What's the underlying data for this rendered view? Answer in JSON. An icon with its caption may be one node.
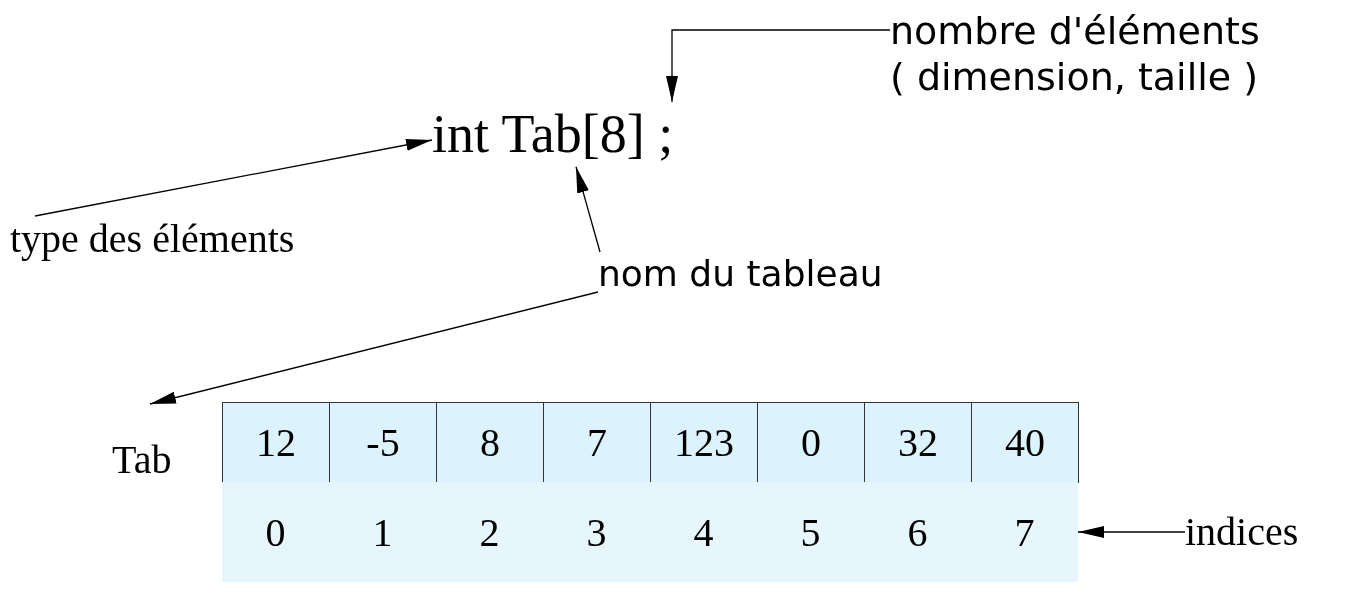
{
  "diagram": {
    "nodes": [
      {
        "text": [
          "nombre d'éléments ( dimension, taille )"
        ]
      },
      {
        "text": [
          "int Tab[8] ;"
        ]
      },
      {
        "text": [
          "type des éléments"
        ]
      },
      {
        "text": [
          "nom du tableau"
        ]
      },
      {
        "text": [
          "Tab"
        ]
      },
      {
        "text": [
          "12"
        ]
      },
      {
        "text": [
          "-5"
        ]
      },
      {
        "text": [
          "8"
        ]
      },
      {
        "text": [
          "7"
        ]
      },
      {
        "text": [
          "123"
        ]
      },
      {
        "text": [
          "0"
        ]
      },
      {
        "text": [
          "32"
        ]
      },
      {
        "text": [
          "40"
        ]
      },
      {
        "text": [],
        "shape": "bar"
      },
      {
        "text": [
          "0"
        ],
        "in": 13
      },
      {
        "text": [
          "1"
        ],
        "in": 13
      },
      {
        "text": [
          "2"
        ],
        "in": 13
      },
      {
        "text": [
          "3"
        ],
        "in": 13
      },
      {
        "text": [
          "4"
        ],
        "in": 13
      },
      {
        "text": [
          "5"
        ],
        "in": 13
      },
      {
        "text": [
          "6"
        ],
        "in": 13
      },
      {
        "text": [
          "7"
        ],
        "in": 13
      },
      {
        "text": [
          "indices"
        ]
      }
    ],
    "edges": [
      {
        "from": 0,
        "to": 1,
        "arrow": "to"
      },
      {
        "from": 2,
        "to": 1,
        "arrow": "to"
      },
      {
        "from": 3,
        "to": 1,
        "arrow": "to"
      },
      {
        "from": 3,
        "to": 4,
        "arrow": "to"
      },
      {
        "from": 22,
        "to": 21,
        "arrow": "to"
      }
    ]
  }
}
